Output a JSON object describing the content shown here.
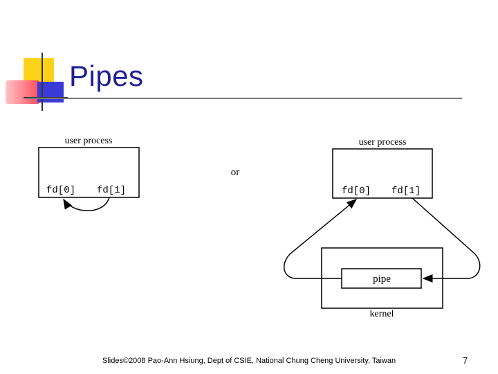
{
  "slide": {
    "title": "Pipes",
    "footer": "Slides©2008 Pao-Ann Hsiung, Dept of CSIE, National Chung Cheng University, Taiwan",
    "page_number": "7"
  },
  "diagram": {
    "left": {
      "box_label": "user process",
      "fd0": "fd[0]",
      "fd1": "fd[1]"
    },
    "separator": "or",
    "right": {
      "box_label": "user process",
      "fd0": "fd[0]",
      "fd1": "fd[1]",
      "pipe_label": "pipe",
      "kernel_label": "kernel"
    }
  },
  "colors": {
    "title": "#1f1f99",
    "deco_yellow": "#ffd21a",
    "deco_red": "#ff4a5a",
    "deco_blue": "#3a3ad8"
  }
}
